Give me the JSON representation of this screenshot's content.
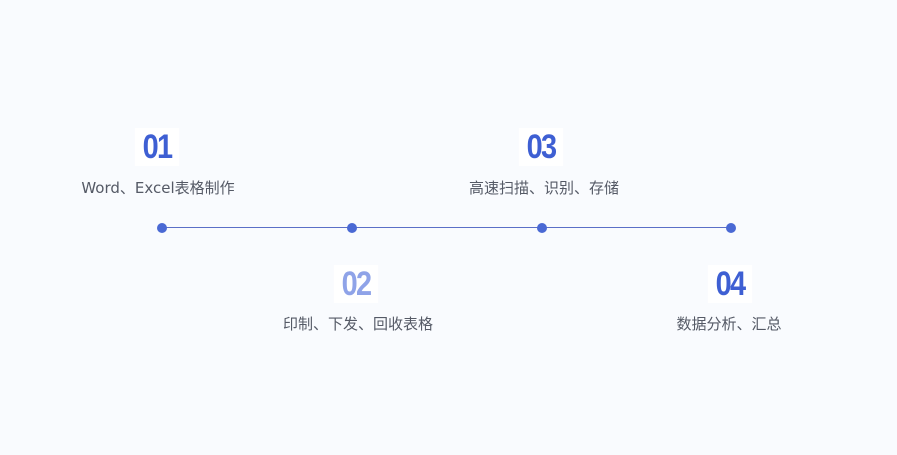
{
  "steps": [
    {
      "number": "01",
      "label": "Word、Excel表格制作"
    },
    {
      "number": "02",
      "label": "印制、下发、回收表格"
    },
    {
      "number": "03",
      "label": "高速扫描、识别、存储"
    },
    {
      "number": "04",
      "label": "数据分析、汇总"
    }
  ],
  "colors": {
    "accent": "#4a69d4",
    "line": "#5b6fc7",
    "number_light": "#8fa3e8"
  }
}
